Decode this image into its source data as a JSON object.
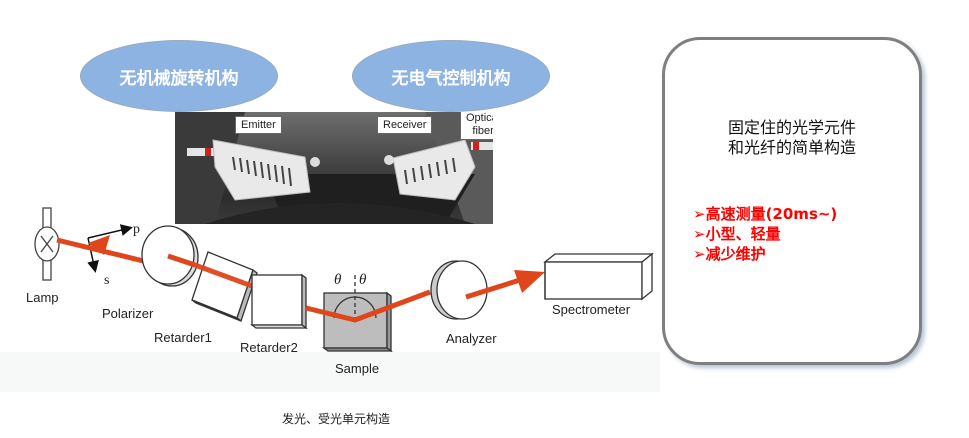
{
  "ellipses": [
    {
      "label": "无机械旋转机构"
    },
    {
      "label": "无电气控制机构"
    }
  ],
  "photo": {
    "labels": {
      "emitter": "Emitter",
      "receiver": "Receiver",
      "optical_fiber": "Optical\nfiber"
    }
  },
  "diagram": {
    "labels": {
      "lamp": "Lamp",
      "p": "p",
      "s": "s",
      "polarizer": "Polarizer",
      "retarder1": "Retarder1",
      "retarder2": "Retarder2",
      "theta_left": "θ",
      "theta_right": "θ",
      "sample": "Sample",
      "analyzer": "Analyzer",
      "spectrometer": "Spectrometer"
    },
    "beam_color": "#e0461c"
  },
  "card": {
    "title_line1": "固定住的光学元件",
    "title_line2": "和光纤的简单构造",
    "bullet_symbol": "➢",
    "bullets": [
      "高速测量(20ms~)",
      "小型、轻量",
      "减少维护"
    ],
    "bullet_color": "#ff0000"
  },
  "caption": "发光、受光单元构造"
}
